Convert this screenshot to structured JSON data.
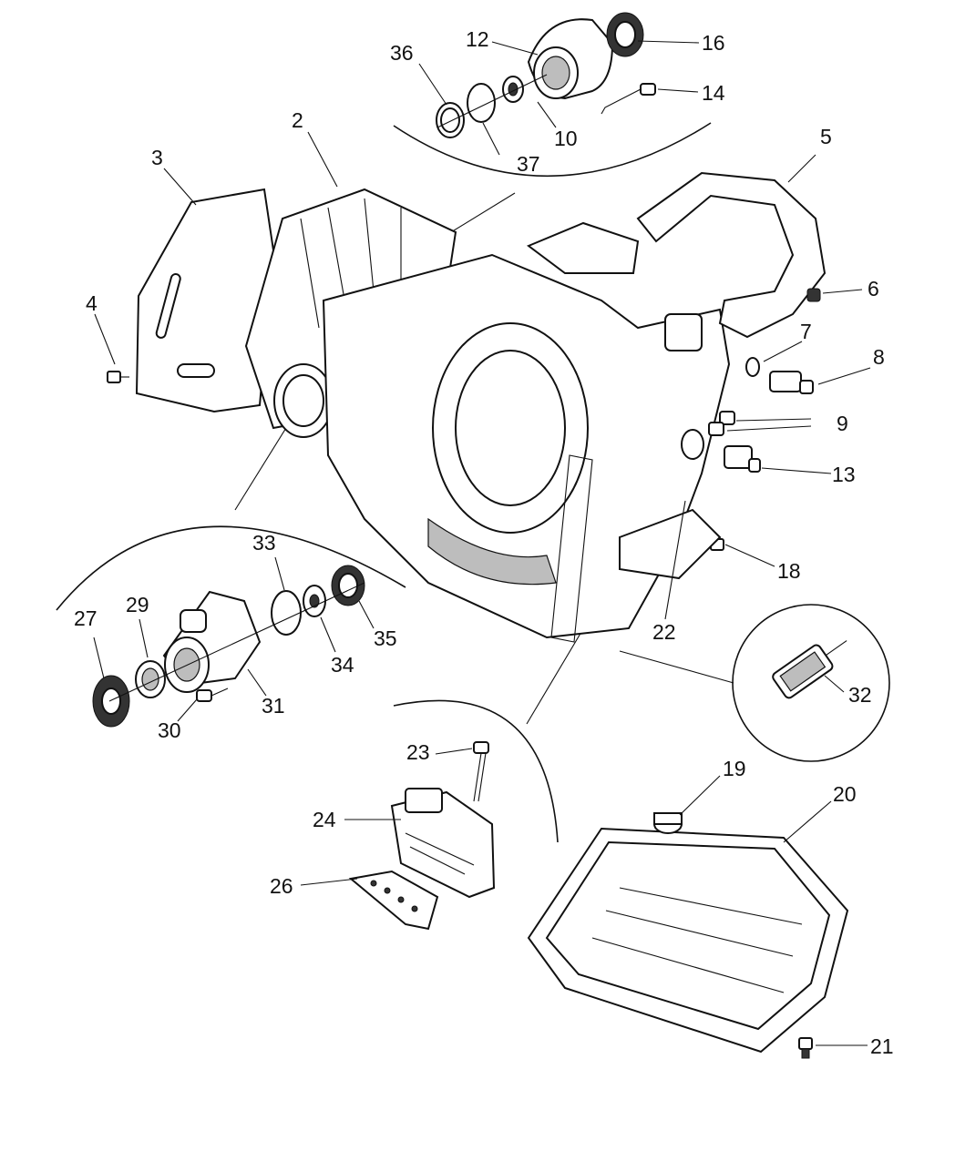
{
  "diagram": {
    "callouts": [
      {
        "id": "c1",
        "label": "12"
      },
      {
        "id": "c2",
        "label": "16"
      },
      {
        "id": "c3",
        "label": "36"
      },
      {
        "id": "c4",
        "label": "14"
      },
      {
        "id": "c5",
        "label": "10"
      },
      {
        "id": "c6",
        "label": "37"
      },
      {
        "id": "c7",
        "label": "2"
      },
      {
        "id": "c8",
        "label": "3"
      },
      {
        "id": "c9",
        "label": "5"
      },
      {
        "id": "c10",
        "label": "6"
      },
      {
        "id": "c11",
        "label": "4"
      },
      {
        "id": "c12",
        "label": "7"
      },
      {
        "id": "c13",
        "label": "8"
      },
      {
        "id": "c14",
        "label": "9"
      },
      {
        "id": "c15",
        "label": "13"
      },
      {
        "id": "c16",
        "label": "18"
      },
      {
        "id": "c17",
        "label": "22"
      },
      {
        "id": "c18",
        "label": "33"
      },
      {
        "id": "c19",
        "label": "29"
      },
      {
        "id": "c20",
        "label": "27"
      },
      {
        "id": "c21",
        "label": "35"
      },
      {
        "id": "c22",
        "label": "34"
      },
      {
        "id": "c23",
        "label": "31"
      },
      {
        "id": "c24",
        "label": "30"
      },
      {
        "id": "c25",
        "label": "32"
      },
      {
        "id": "c26",
        "label": "19"
      },
      {
        "id": "c27",
        "label": "20"
      },
      {
        "id": "c28",
        "label": "23"
      },
      {
        "id": "c29",
        "label": "24"
      },
      {
        "id": "c30",
        "label": "26"
      },
      {
        "id": "c31",
        "label": "21"
      }
    ]
  }
}
